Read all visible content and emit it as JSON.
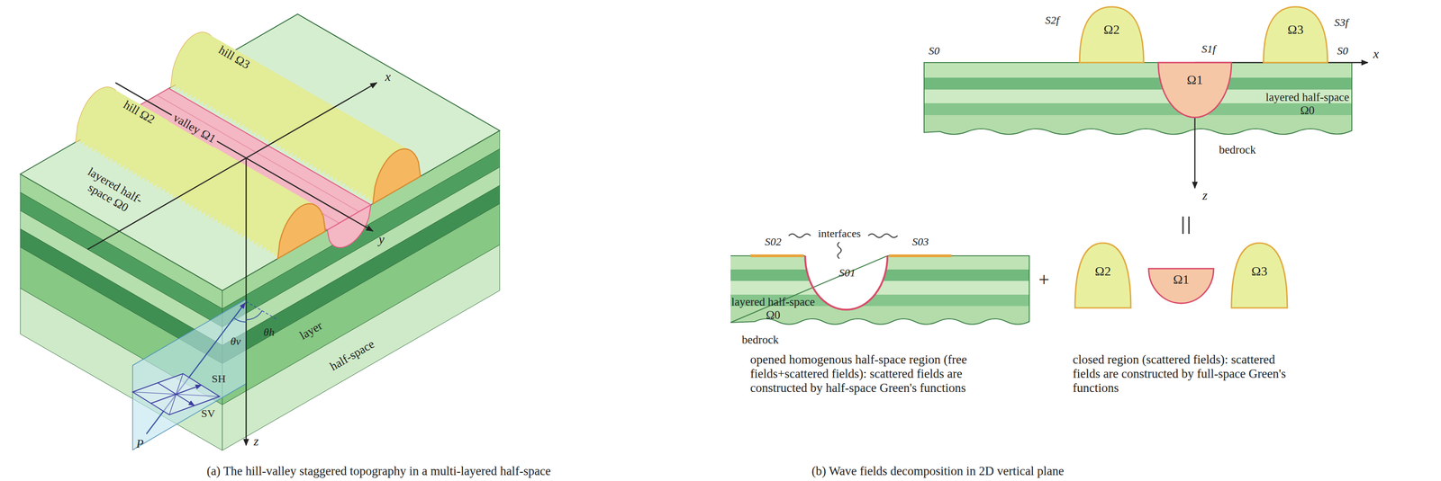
{
  "diagram": {
    "nodes": [
      {
        "text": [
          "Ω2"
        ]
      },
      {
        "text": [
          "Ω1"
        ]
      },
      {
        "text": [
          "Ω3"
        ]
      },
      {
        "text": [
          "Ω2"
        ]
      },
      {
        "text": [
          "Ω1"
        ]
      },
      {
        "text": [
          "Ω3"
        ]
      }
    ],
    "labels": [
      "hill Ω3",
      "valley Ω1",
      "hill Ω2",
      "layered half-space Ω0",
      "layer",
      "half-space",
      "x",
      "y",
      "z",
      "θv",
      "θh",
      "SH",
      "SV",
      "P",
      "(a) The hill-valley staggered topography in a multi-layered half-space",
      "S2f",
      "S1f",
      "S3f",
      "S0",
      "S0",
      "x",
      "layered half-space Ω0",
      "bedrock",
      "z",
      "S02",
      "interfaces",
      "S03",
      "S01",
      "layered half-space Ω0",
      "bedrock",
      "+",
      "opened homogenous half-space region (free fields+scattered fields): scattered fields are constructed by half-space Green's functions",
      "closed region (scattered fields): scattered fields are constructed by full-space Green's functions",
      "(b) Wave fields decomposition in 2D vertical plane"
    ]
  }
}
